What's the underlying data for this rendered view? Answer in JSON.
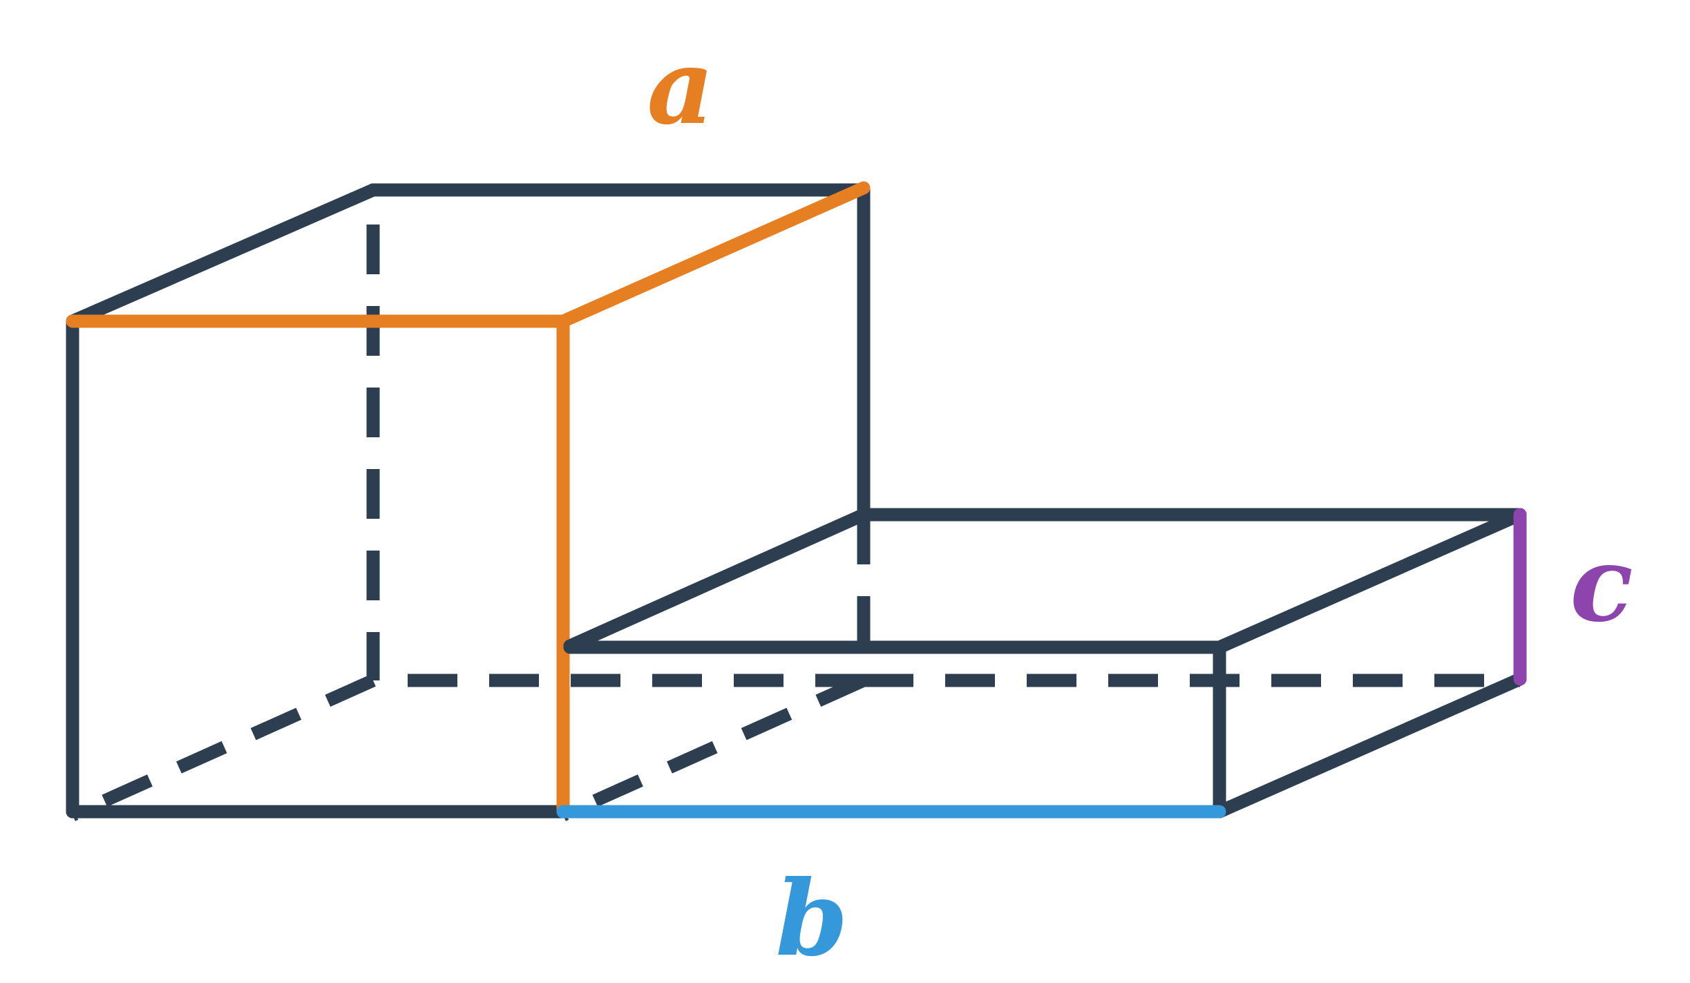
{
  "diagram": {
    "labels": {
      "a": "a",
      "b": "b",
      "c": "c"
    },
    "colors": {
      "edge": "#2c3e50",
      "a": "#e67e22",
      "b": "#3498db",
      "c": "#8e44ad",
      "background": "#ffffff"
    },
    "shapes": [
      "cube",
      "rectangular-prism"
    ]
  }
}
